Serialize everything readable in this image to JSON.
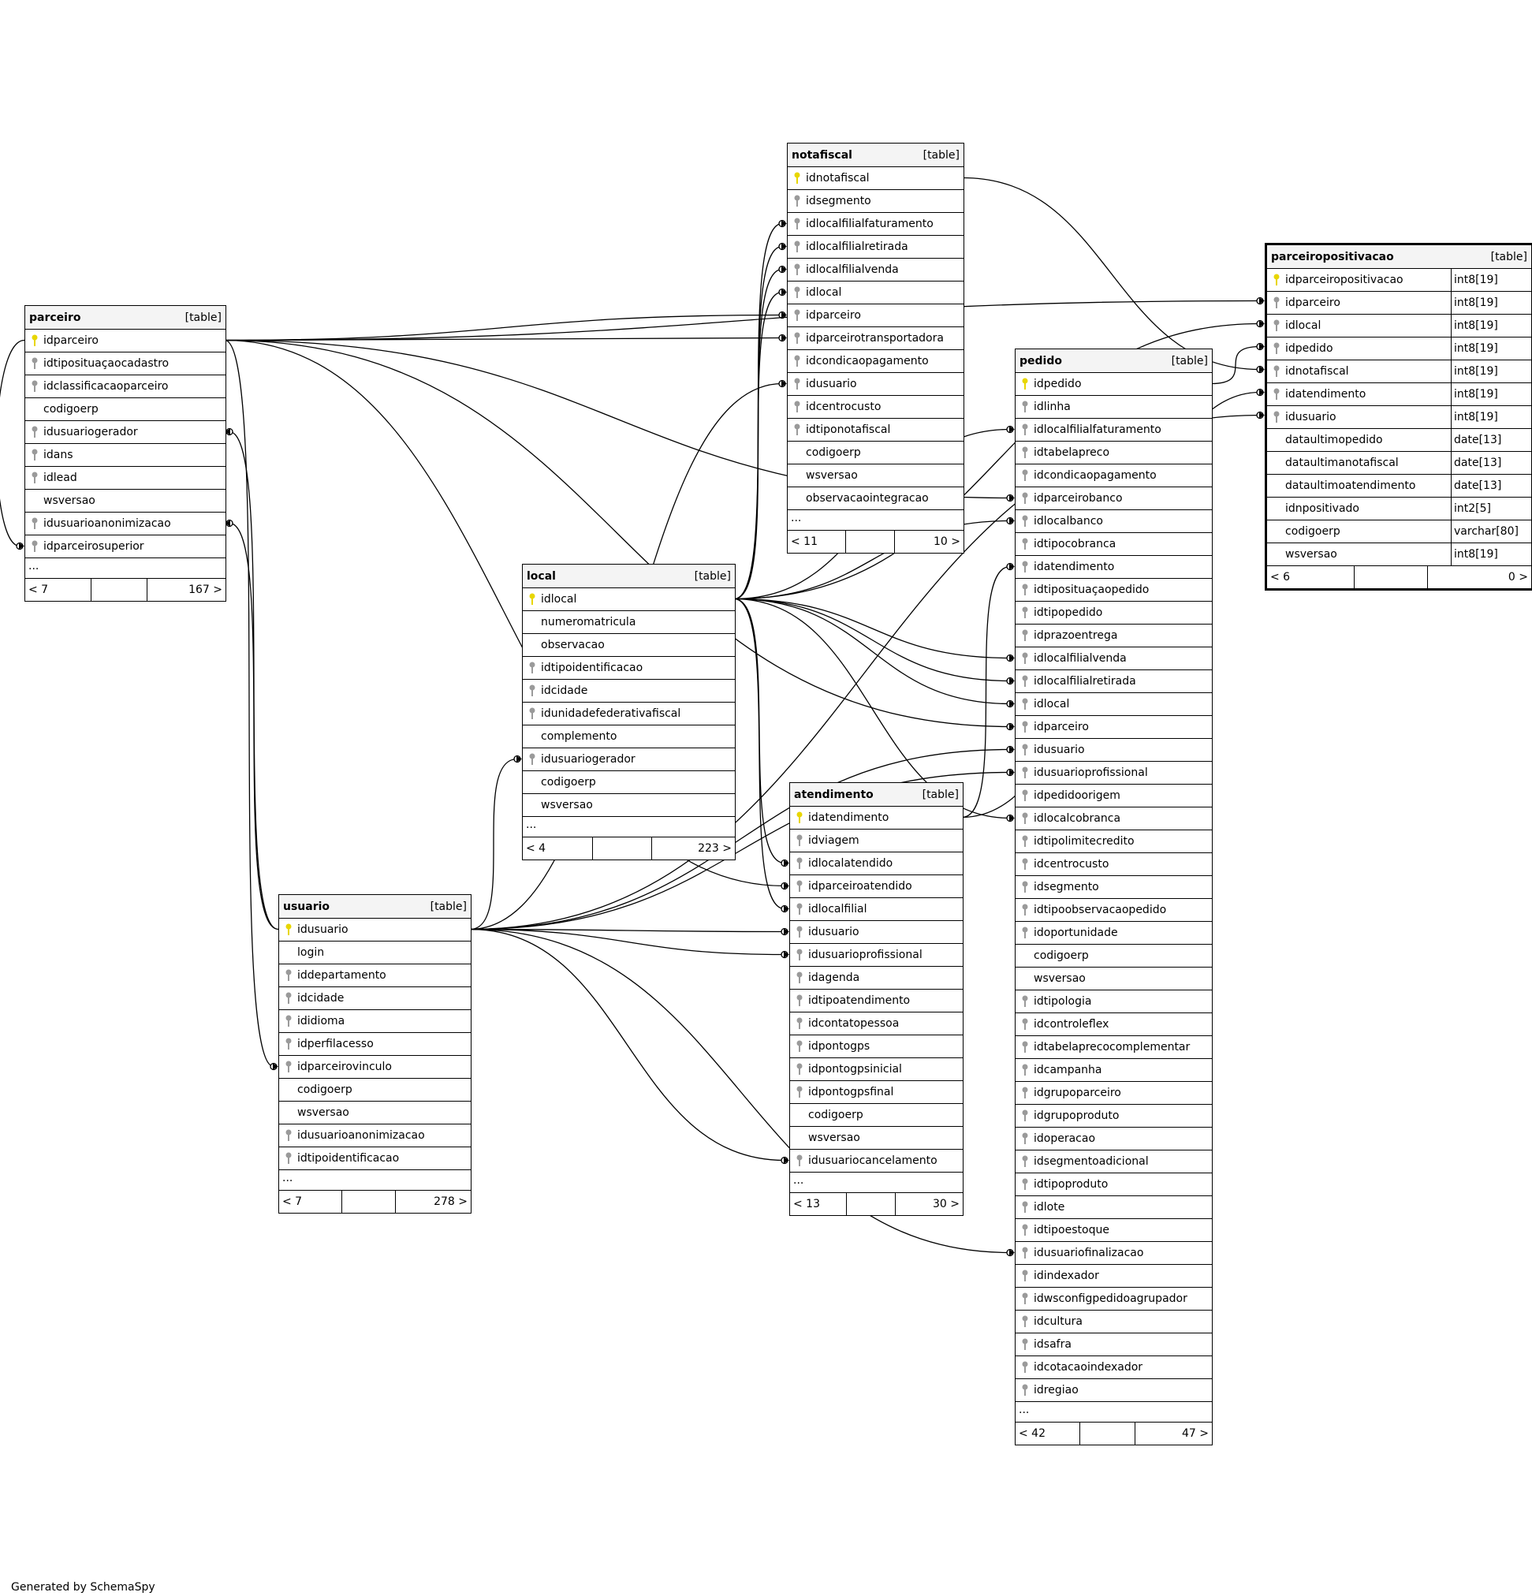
{
  "footer_text": "Generated by SchemaSpy",
  "colors": {
    "primary_key": "#e8d600",
    "foreign_key": "#9a9a9a",
    "header_bg": "#f4f4f4"
  },
  "tables": [
    {
      "id": "parceiro",
      "name": "parceiro",
      "type": "[table]",
      "columns": [
        {
          "name": "idparceiro",
          "key": "pk"
        },
        {
          "name": "idtiposituaçaocadastro",
          "key": "fk"
        },
        {
          "name": "idclassificacaoparceiro",
          "key": "fk"
        },
        {
          "name": "codigoerp",
          "key": ""
        },
        {
          "name": "idusuariogerador",
          "key": "fk"
        },
        {
          "name": "idans",
          "key": "fk"
        },
        {
          "name": "idlead",
          "key": "fk"
        },
        {
          "name": "wsversao",
          "key": ""
        },
        {
          "name": "idusuarioanonimizacao",
          "key": "fk"
        },
        {
          "name": "idparceirosuperior",
          "key": "fk"
        }
      ],
      "more": "...",
      "footer": {
        "left": "< 7",
        "right": "167 >"
      }
    },
    {
      "id": "usuario",
      "name": "usuario",
      "type": "[table]",
      "columns": [
        {
          "name": "idusuario",
          "key": "pk"
        },
        {
          "name": "login",
          "key": ""
        },
        {
          "name": "iddepartamento",
          "key": "fk"
        },
        {
          "name": "idcidade",
          "key": "fk"
        },
        {
          "name": "ididioma",
          "key": "fk"
        },
        {
          "name": "idperfilacesso",
          "key": "fk"
        },
        {
          "name": "idparceirovinculo",
          "key": "fk"
        },
        {
          "name": "codigoerp",
          "key": ""
        },
        {
          "name": "wsversao",
          "key": ""
        },
        {
          "name": "idusuarioanonimizacao",
          "key": "fk"
        },
        {
          "name": "idtipoidentificacao",
          "key": "fk"
        }
      ],
      "more": "...",
      "footer": {
        "left": "< 7",
        "right": "278 >"
      }
    },
    {
      "id": "local",
      "name": "local",
      "type": "[table]",
      "columns": [
        {
          "name": "idlocal",
          "key": "pk"
        },
        {
          "name": "numeromatricula",
          "key": ""
        },
        {
          "name": "observacao",
          "key": ""
        },
        {
          "name": "idtipoidentificacao",
          "key": "fk"
        },
        {
          "name": "idcidade",
          "key": "fk"
        },
        {
          "name": "idunidadefederativafiscal",
          "key": "fk"
        },
        {
          "name": "complemento",
          "key": ""
        },
        {
          "name": "idusuariogerador",
          "key": "fk"
        },
        {
          "name": "codigoerp",
          "key": ""
        },
        {
          "name": "wsversao",
          "key": ""
        }
      ],
      "more": "...",
      "footer": {
        "left": "< 4",
        "right": "223 >"
      }
    },
    {
      "id": "notafiscal",
      "name": "notafiscal",
      "type": "[table]",
      "columns": [
        {
          "name": "idnotafiscal",
          "key": "pk"
        },
        {
          "name": "idsegmento",
          "key": "fk"
        },
        {
          "name": "idlocalfilialfaturamento",
          "key": "fk"
        },
        {
          "name": "idlocalfilialretirada",
          "key": "fk"
        },
        {
          "name": "idlocalfilialvenda",
          "key": "fk"
        },
        {
          "name": "idlocal",
          "key": "fk"
        },
        {
          "name": "idparceiro",
          "key": "fk"
        },
        {
          "name": "idparceirotransportadora",
          "key": "fk"
        },
        {
          "name": "idcondicaopagamento",
          "key": "fk"
        },
        {
          "name": "idusuario",
          "key": "fk"
        },
        {
          "name": "idcentrocusto",
          "key": "fk"
        },
        {
          "name": "idtiponotafiscal",
          "key": "fk"
        },
        {
          "name": "codigoerp",
          "key": ""
        },
        {
          "name": "wsversao",
          "key": ""
        },
        {
          "name": "observacaointegracao",
          "key": ""
        }
      ],
      "more": "...",
      "footer": {
        "left": "< 11",
        "right": "10 >"
      }
    },
    {
      "id": "atendimento",
      "name": "atendimento",
      "type": "[table]",
      "columns": [
        {
          "name": "idatendimento",
          "key": "pk"
        },
        {
          "name": "idviagem",
          "key": "fk"
        },
        {
          "name": "idlocalatendido",
          "key": "fk"
        },
        {
          "name": "idparceiroatendido",
          "key": "fk"
        },
        {
          "name": "idlocalfilial",
          "key": "fk"
        },
        {
          "name": "idusuario",
          "key": "fk"
        },
        {
          "name": "idusuarioprofissional",
          "key": "fk"
        },
        {
          "name": "idagenda",
          "key": "fk"
        },
        {
          "name": "idtipoatendimento",
          "key": "fk"
        },
        {
          "name": "idcontatopessoa",
          "key": "fk"
        },
        {
          "name": "idpontogps",
          "key": "fk"
        },
        {
          "name": "idpontogpsinicial",
          "key": "fk"
        },
        {
          "name": "idpontogpsfinal",
          "key": "fk"
        },
        {
          "name": "codigoerp",
          "key": ""
        },
        {
          "name": "wsversao",
          "key": ""
        },
        {
          "name": "idusuariocancelamento",
          "key": "fk"
        }
      ],
      "more": "...",
      "footer": {
        "left": "< 13",
        "right": "30 >"
      }
    },
    {
      "id": "pedido",
      "name": "pedido",
      "type": "[table]",
      "columns": [
        {
          "name": "idpedido",
          "key": "pk"
        },
        {
          "name": "idlinha",
          "key": "fk"
        },
        {
          "name": "idlocalfilialfaturamento",
          "key": "fk"
        },
        {
          "name": "idtabelapreco",
          "key": "fk"
        },
        {
          "name": "idcondicaopagamento",
          "key": "fk"
        },
        {
          "name": "idparceirobanco",
          "key": "fk"
        },
        {
          "name": "idlocalbanco",
          "key": "fk"
        },
        {
          "name": "idtipocobranca",
          "key": "fk"
        },
        {
          "name": "idatendimento",
          "key": "fk"
        },
        {
          "name": "idtiposituaçaopedido",
          "key": "fk"
        },
        {
          "name": "idtipopedido",
          "key": "fk"
        },
        {
          "name": "idprazoentrega",
          "key": "fk"
        },
        {
          "name": "idlocalfilialvenda",
          "key": "fk"
        },
        {
          "name": "idlocalfilialretirada",
          "key": "fk"
        },
        {
          "name": "idlocal",
          "key": "fk"
        },
        {
          "name": "idparceiro",
          "key": "fk"
        },
        {
          "name": "idusuario",
          "key": "fk"
        },
        {
          "name": "idusuarioprofissional",
          "key": "fk"
        },
        {
          "name": "idpedidoorigem",
          "key": "fk"
        },
        {
          "name": "idlocalcobranca",
          "key": "fk"
        },
        {
          "name": "idtipolimitecredito",
          "key": "fk"
        },
        {
          "name": "idcentrocusto",
          "key": "fk"
        },
        {
          "name": "idsegmento",
          "key": "fk"
        },
        {
          "name": "idtipoobservacaopedido",
          "key": "fk"
        },
        {
          "name": "idoportunidade",
          "key": "fk"
        },
        {
          "name": "codigoerp",
          "key": ""
        },
        {
          "name": "wsversao",
          "key": ""
        },
        {
          "name": "idtipologia",
          "key": "fk"
        },
        {
          "name": "idcontroleflex",
          "key": "fk"
        },
        {
          "name": "idtabelaprecocomplementar",
          "key": "fk"
        },
        {
          "name": "idcampanha",
          "key": "fk"
        },
        {
          "name": "idgrupoparceiro",
          "key": "fk"
        },
        {
          "name": "idgrupoproduto",
          "key": "fk"
        },
        {
          "name": "idoperacao",
          "key": "fk"
        },
        {
          "name": "idsegmentoadicional",
          "key": "fk"
        },
        {
          "name": "idtipoproduto",
          "key": "fk"
        },
        {
          "name": "idlote",
          "key": "fk"
        },
        {
          "name": "idtipoestoque",
          "key": "fk"
        },
        {
          "name": "idusuariofinalizacao",
          "key": "fk"
        },
        {
          "name": "idindexador",
          "key": "fk"
        },
        {
          "name": "idwsconfigpedidoagrupador",
          "key": "fk"
        },
        {
          "name": "idcultura",
          "key": "fk"
        },
        {
          "name": "idsafra",
          "key": "fk"
        },
        {
          "name": "idcotacaoindexador",
          "key": "fk"
        },
        {
          "name": "idregiao",
          "key": "fk"
        }
      ],
      "more": "...",
      "footer": {
        "left": "< 42",
        "right": "47 >"
      }
    },
    {
      "id": "parceiropositivacao",
      "name": "parceiropositivacao",
      "type": "[table]",
      "focus": true,
      "columns": [
        {
          "name": "idparceiropositivacao",
          "key": "pk",
          "type": "int8[19]"
        },
        {
          "name": "idparceiro",
          "key": "fk",
          "type": "int8[19]"
        },
        {
          "name": "idlocal",
          "key": "fk",
          "type": "int8[19]"
        },
        {
          "name": "idpedido",
          "key": "fk",
          "type": "int8[19]"
        },
        {
          "name": "idnotafiscal",
          "key": "fk",
          "type": "int8[19]"
        },
        {
          "name": "idatendimento",
          "key": "fk",
          "type": "int8[19]"
        },
        {
          "name": "idusuario",
          "key": "fk",
          "type": "int8[19]"
        },
        {
          "name": "dataultimopedido",
          "key": "",
          "type": "date[13]"
        },
        {
          "name": "dataultimanotafiscal",
          "key": "",
          "type": "date[13]"
        },
        {
          "name": "dataultimoatendimento",
          "key": "",
          "type": "date[13]"
        },
        {
          "name": "idnpositivado",
          "key": "",
          "type": "int2[5]"
        },
        {
          "name": "codigoerp",
          "key": "",
          "type": "varchar[80]"
        },
        {
          "name": "wsversao",
          "key": "",
          "type": "int8[19]"
        }
      ],
      "footer": {
        "left": "< 6",
        "right": "0 >"
      }
    }
  ],
  "relationships": [
    {
      "from": "parceiro.idparceiro",
      "to": "notafiscal.idparceiro"
    },
    {
      "from": "parceiro.idparceiro",
      "to": "notafiscal.idparceirotransportadora"
    },
    {
      "from": "parceiro.idparceiro",
      "to": "parceiropositivacao.idparceiro"
    },
    {
      "from": "parceiro.idparceiro",
      "to": "pedido.idparceiro"
    },
    {
      "from": "parceiro.idparceiro",
      "to": "pedido.idparceirobanco"
    },
    {
      "from": "parceiro.idparceiro",
      "to": "atendimento.idparceiroatendido"
    },
    {
      "from": "parceiro.idparceiro",
      "to": "usuario.idparceirovinculo"
    },
    {
      "from": "parceiro.idparceiro",
      "to": "parceiro.idparceirosuperior"
    },
    {
      "from": "usuario.idusuario",
      "to": "parceiro.idusuariogerador"
    },
    {
      "from": "usuario.idusuario",
      "to": "parceiro.idusuarioanonimizacao"
    },
    {
      "from": "usuario.idusuario",
      "to": "local.idusuariogerador"
    },
    {
      "from": "usuario.idusuario",
      "to": "notafiscal.idusuario"
    },
    {
      "from": "usuario.idusuario",
      "to": "atendimento.idusuario"
    },
    {
      "from": "usuario.idusuario",
      "to": "atendimento.idusuarioprofissional"
    },
    {
      "from": "usuario.idusuario",
      "to": "atendimento.idusuariocancelamento"
    },
    {
      "from": "usuario.idusuario",
      "to": "pedido.idusuario"
    },
    {
      "from": "usuario.idusuario",
      "to": "pedido.idusuarioprofissional"
    },
    {
      "from": "usuario.idusuario",
      "to": "pedido.idusuariofinalizacao"
    },
    {
      "from": "usuario.idusuario",
      "to": "parceiropositivacao.idusuario"
    },
    {
      "from": "local.idlocal",
      "to": "notafiscal.idlocalfilialfaturamento"
    },
    {
      "from": "local.idlocal",
      "to": "notafiscal.idlocalfilialretirada"
    },
    {
      "from": "local.idlocal",
      "to": "notafiscal.idlocalfilialvenda"
    },
    {
      "from": "local.idlocal",
      "to": "notafiscal.idlocal"
    },
    {
      "from": "local.idlocal",
      "to": "atendimento.idlocalatendido"
    },
    {
      "from": "local.idlocal",
      "to": "atendimento.idlocalfilial"
    },
    {
      "from": "local.idlocal",
      "to": "pedido.idlocalfilialfaturamento"
    },
    {
      "from": "local.idlocal",
      "to": "pedido.idlocalbanco"
    },
    {
      "from": "local.idlocal",
      "to": "pedido.idlocalfilialvenda"
    },
    {
      "from": "local.idlocal",
      "to": "pedido.idlocalfilialretirada"
    },
    {
      "from": "local.idlocal",
      "to": "pedido.idlocal"
    },
    {
      "from": "local.idlocal",
      "to": "pedido.idlocalcobranca"
    },
    {
      "from": "local.idlocal",
      "to": "parceiropositivacao.idlocal"
    },
    {
      "from": "notafiscal.idnotafiscal",
      "to": "parceiropositivacao.idnotafiscal"
    },
    {
      "from": "atendimento.idatendimento",
      "to": "pedido.idatendimento"
    },
    {
      "from": "atendimento.idatendimento",
      "to": "parceiropositivacao.idatendimento"
    },
    {
      "from": "pedido.idpedido",
      "to": "parceiropositivacao.idpedido"
    }
  ]
}
